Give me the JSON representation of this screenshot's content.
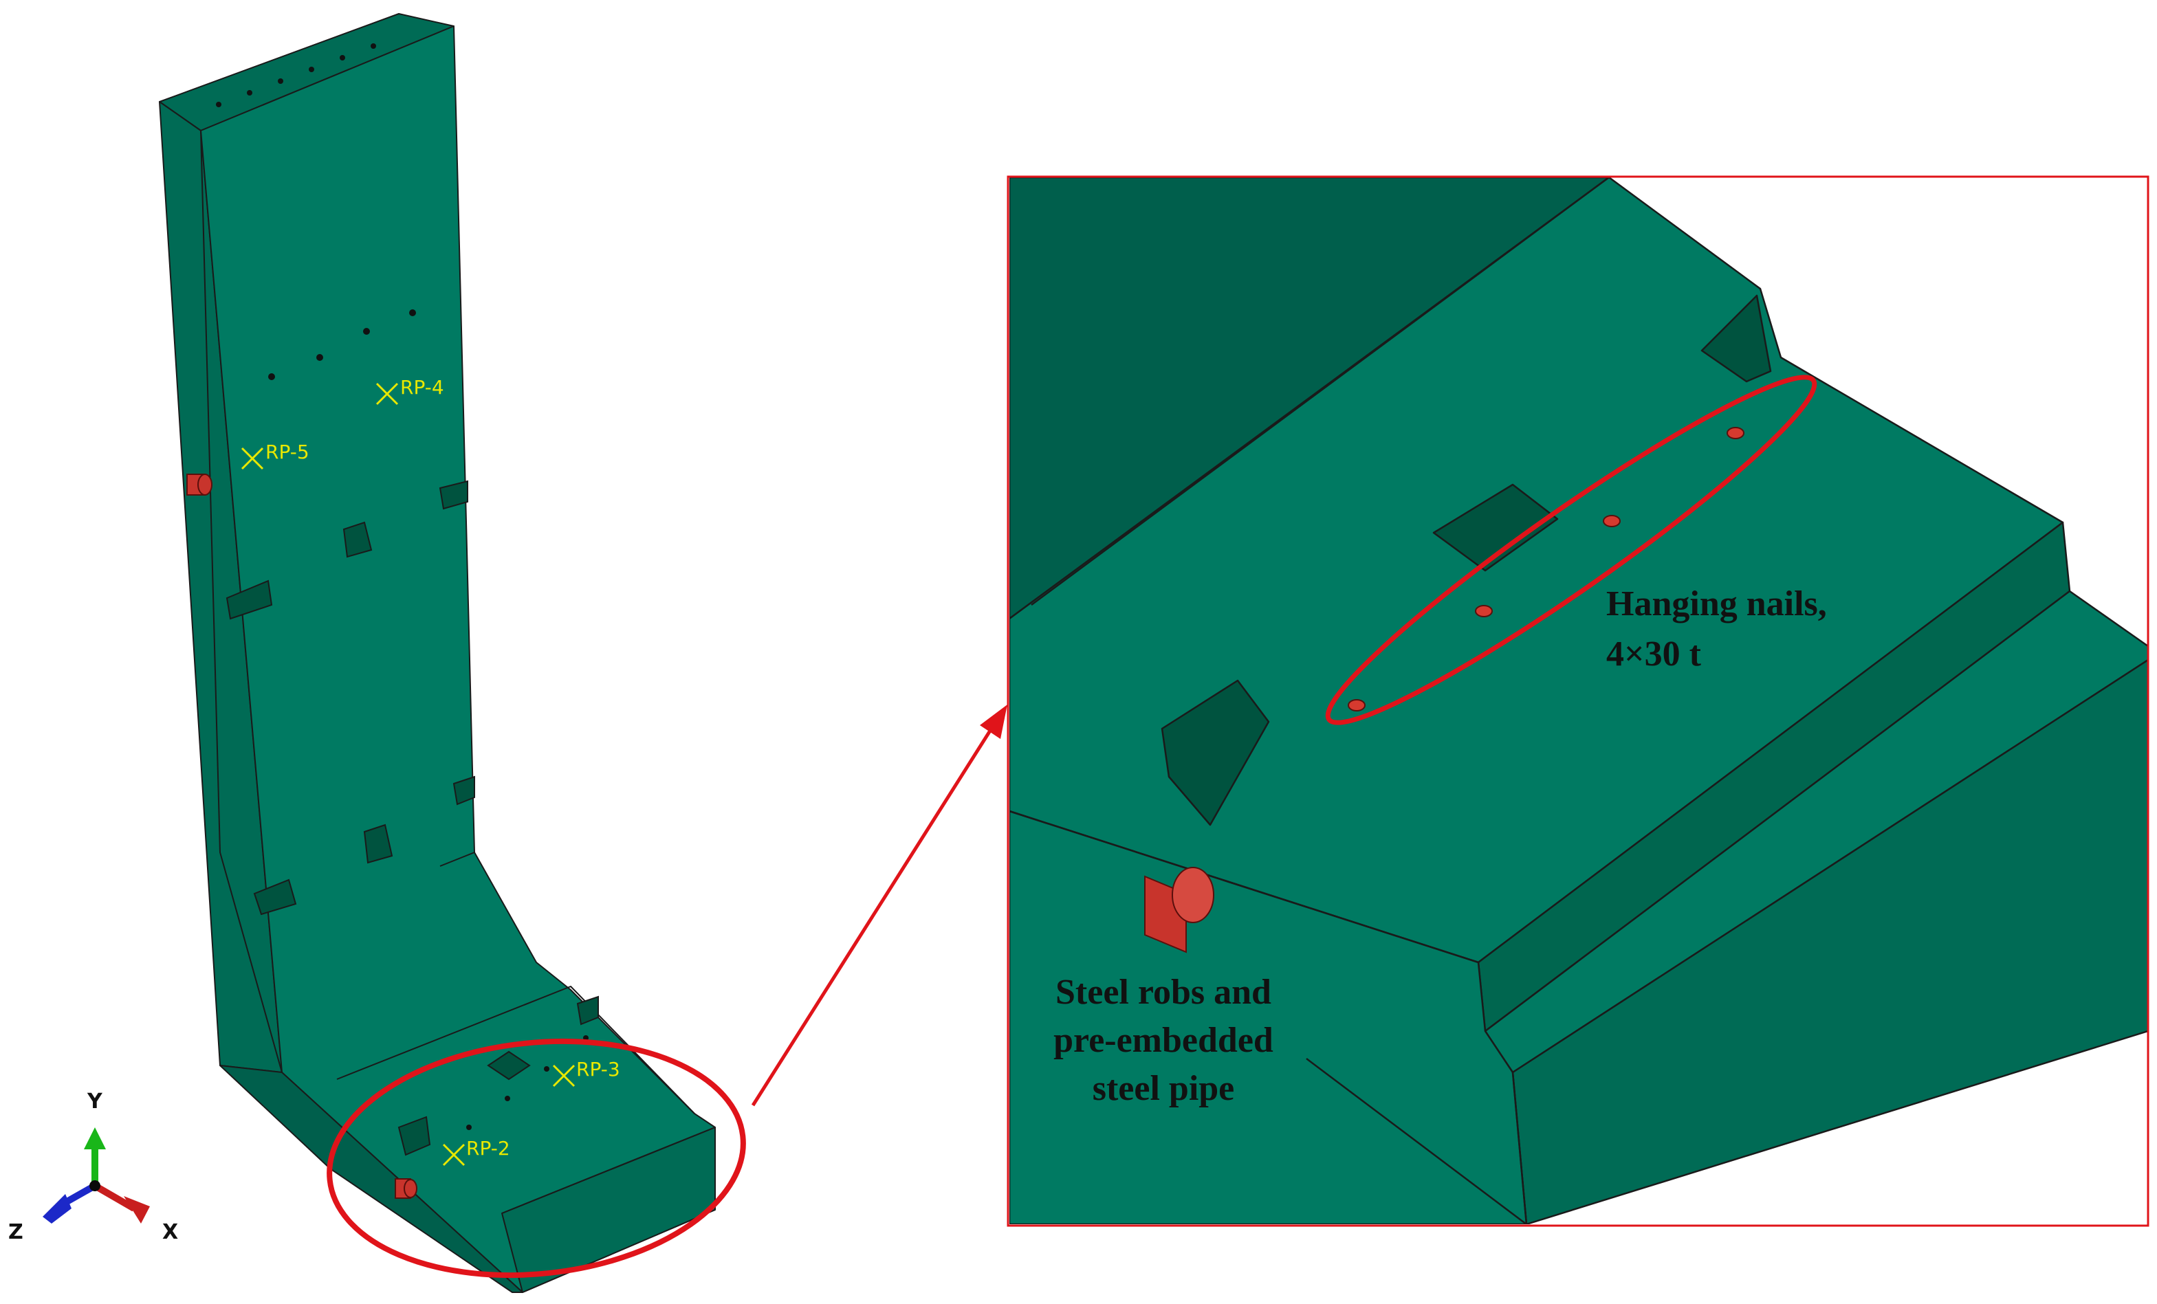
{
  "model": {
    "reference_points": [
      {
        "id": "rp-4",
        "label": "RP-4"
      },
      {
        "id": "rp-5",
        "label": "RP-5"
      },
      {
        "id": "rp-3",
        "label": "RP-3"
      },
      {
        "id": "rp-2",
        "label": "RP-2"
      }
    ]
  },
  "triad": {
    "y": "Y",
    "x": "X",
    "z": "Z"
  },
  "callouts": {
    "nails_line1": "Hanging nails,",
    "nails_line2": "4×30 t",
    "steel_line1": "Steel robs and",
    "steel_line2": "pre-embedded",
    "steel_line3": "steel pipe"
  },
  "colors": {
    "concrete_front": "#007a62",
    "concrete_dark": "#005f4c",
    "concrete_side": "#006b55",
    "steel_red": "#c8342c",
    "highlight_red": "#e0141a",
    "rp_yellow": "#e8e800",
    "axis_green": "#19b619",
    "axis_red": "#c81e1e",
    "axis_blue": "#1c28c8"
  }
}
